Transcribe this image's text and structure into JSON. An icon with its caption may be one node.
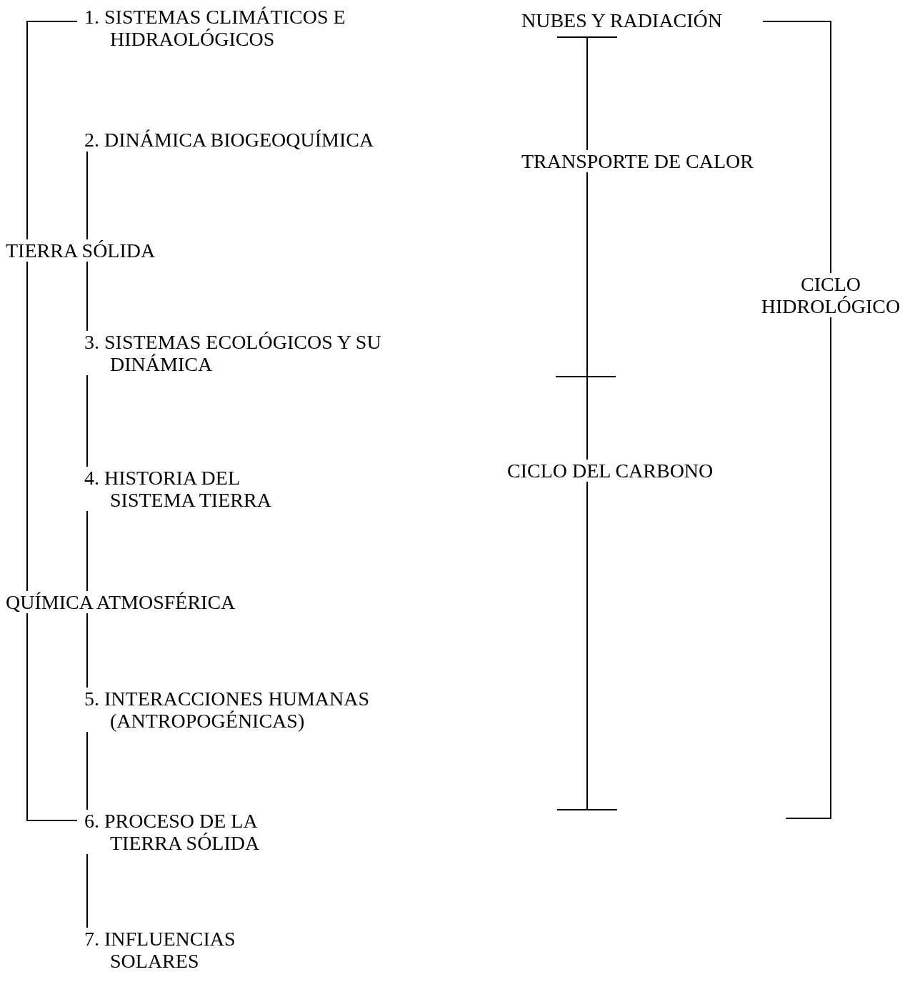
{
  "diagram": {
    "nodes": [
      {
        "text": [
          "1. SISTEMAS CLIMÁTICOS E HIDRAOLÓGICOS"
        ]
      },
      {
        "text": [
          "2. DINÁMICA BIOGEOQUÍMICA"
        ]
      },
      {
        "text": [
          "TIERRA SÓLIDA"
        ]
      },
      {
        "text": [
          "3. SISTEMAS ECOLÓGICOS Y SU DINÁMICA"
        ]
      },
      {
        "text": [
          "4. HISTORIA DEL SISTEMA TIERRA"
        ]
      },
      {
        "text": [
          "QUÍMICA ATMOSFÉRICA"
        ]
      },
      {
        "text": [
          "5. INTERACCIONES HUMANAS (ANTROPOGÉNICAS)"
        ]
      },
      {
        "text": [
          "6. PROCESO DE LA TIERRA SÓLIDA"
        ]
      },
      {
        "text": [
          "7. INFLUENCIAS SOLARES"
        ]
      },
      {
        "text": [
          "NUBES Y RADIACIÓN"
        ]
      },
      {
        "text": [
          "TRANSPORTE DE CALOR"
        ]
      },
      {
        "text": [
          "CICLO DEL CARBONO"
        ]
      },
      {
        "text": [
          "CICLO HIDROLÓGICO"
        ]
      }
    ],
    "edges": [
      {
        "from": 0,
        "to": 2,
        "arrow": "none"
      },
      {
        "from": 2,
        "to": 5,
        "arrow": "none"
      },
      {
        "from": 5,
        "to": 7,
        "arrow": "none"
      },
      {
        "from": 1,
        "to": 2,
        "arrow": "none"
      },
      {
        "from": 2,
        "to": 3,
        "arrow": "none"
      },
      {
        "from": 3,
        "to": 4,
        "arrow": "none"
      },
      {
        "from": 4,
        "to": 5,
        "arrow": "none"
      },
      {
        "from": 5,
        "to": 6,
        "arrow": "none"
      },
      {
        "from": 6,
        "to": 7,
        "arrow": "none"
      },
      {
        "from": 7,
        "to": 8,
        "arrow": "none"
      },
      {
        "from": 9,
        "to": 10,
        "arrow": "other"
      },
      {
        "from": 10,
        "to": 11,
        "arrow": "none"
      },
      {
        "from": 11,
        "to": null,
        "arrow": "other"
      },
      {
        "from": 9,
        "to": 12,
        "arrow": "none"
      },
      {
        "from": 12,
        "to": null,
        "arrow": "none"
      }
    ]
  }
}
